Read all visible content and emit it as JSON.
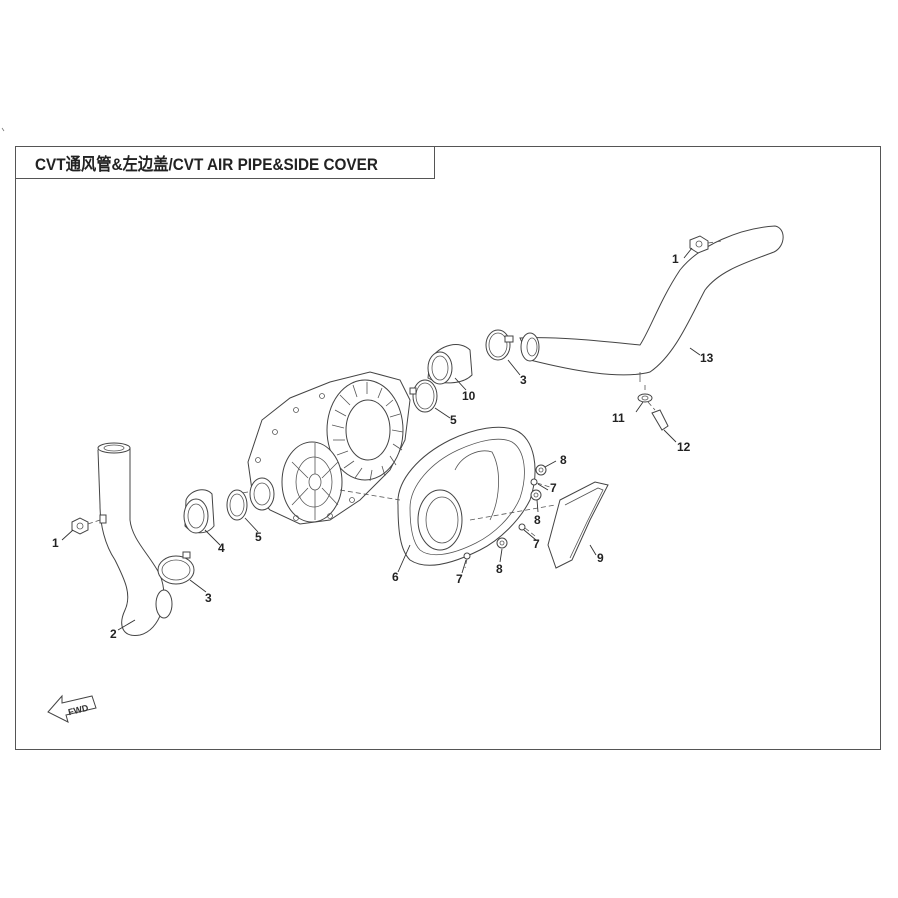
{
  "title": "CVT通风管&左边盖/CVT AIR PIPE&SIDE COVER",
  "fwd_label": "FWD",
  "callouts": {
    "c1a": "1",
    "c1b": "1",
    "c2": "2",
    "c3a": "3",
    "c3b": "3",
    "c4": "4",
    "c5a": "5",
    "c5b": "5",
    "c6": "6",
    "c7a": "7",
    "c7b": "7",
    "c7c": "7",
    "c8a": "8",
    "c8b": "8",
    "c8c": "8",
    "c9": "9",
    "c10": "10",
    "c11": "11",
    "c12": "12",
    "c13": "13"
  }
}
